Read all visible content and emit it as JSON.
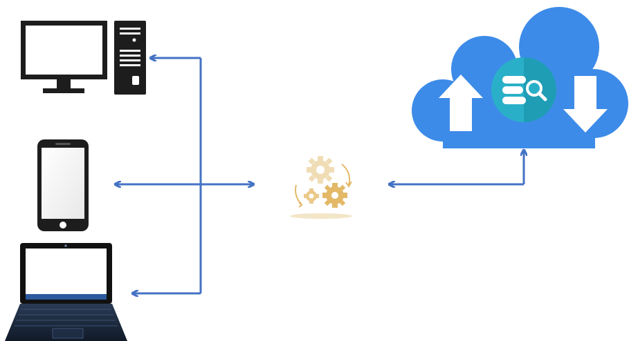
{
  "diagram": {
    "devices": [
      {
        "id": "desktop",
        "icon": "desktop-computer-icon"
      },
      {
        "id": "phone",
        "icon": "smartphone-icon"
      },
      {
        "id": "laptop",
        "icon": "laptop-icon"
      }
    ],
    "hub": {
      "icon": "gears-sync-icon"
    },
    "cloud": {
      "icon": "cloud-database-search-icon",
      "badges": [
        "upload-arrow-icon",
        "database-search-icon",
        "download-arrow-icon"
      ]
    },
    "colors": {
      "connector": "#4472c4",
      "cloud_fill": "#3d8be8",
      "cloud_badge": "#29b0c8",
      "gear": "#e3b968",
      "device_dark": "#1d1d1d"
    }
  }
}
